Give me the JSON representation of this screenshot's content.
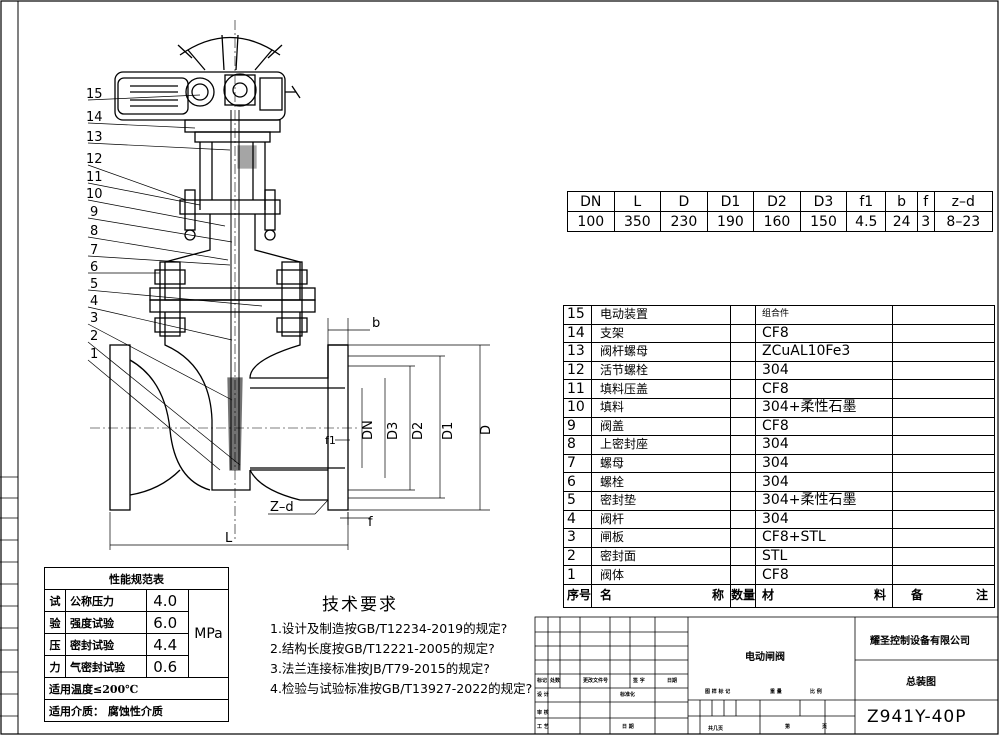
{
  "dimension_table": {
    "headers": [
      "DN",
      "L",
      "D",
      "D1",
      "D2",
      "D3",
      "f1",
      "b",
      "f",
      "z–d"
    ],
    "values": [
      "100",
      "350",
      "230",
      "190",
      "160",
      "150",
      "4.5",
      "24",
      "3",
      "8–23"
    ]
  },
  "parts": [
    {
      "no": "15",
      "name": "电动装置",
      "material": "组合件"
    },
    {
      "no": "14",
      "name": "支架",
      "material": "CF8"
    },
    {
      "no": "13",
      "name": "阀杆螺母",
      "material": "ZCuAL10Fe3"
    },
    {
      "no": "12",
      "name": "活节螺栓",
      "material": "304"
    },
    {
      "no": "11",
      "name": "填料压盖",
      "material": "CF8"
    },
    {
      "no": "10",
      "name": "填料",
      "material": "304+柔性石墨"
    },
    {
      "no": "9",
      "name": "阀盖",
      "material": "CF8"
    },
    {
      "no": "8",
      "name": "上密封座",
      "material": "304"
    },
    {
      "no": "7",
      "name": "螺母",
      "material": "304"
    },
    {
      "no": "6",
      "name": "螺栓",
      "material": "304"
    },
    {
      "no": "5",
      "name": "密封垫",
      "material": "304+柔性石墨"
    },
    {
      "no": "4",
      "name": "阀杆",
      "material": "304"
    },
    {
      "no": "3",
      "name": "闸板",
      "material": "CF8+STL"
    },
    {
      "no": "2",
      "name": "密封面",
      "material": "STL"
    },
    {
      "no": "1",
      "name": "阀体",
      "material": "CF8"
    }
  ],
  "parts_header": {
    "no": "序号",
    "name_a": "名",
    "name_b": "称",
    "qty": "数量",
    "mat_a": "材",
    "mat_b": "料",
    "rem_a": "备",
    "rem_b": "注"
  },
  "performance": {
    "title": "性能规范表",
    "side_chars": [
      "试",
      "验",
      "压",
      "力"
    ],
    "rows": [
      {
        "label": "公称压力",
        "value": "4.0"
      },
      {
        "label": "强度试验",
        "value": "6.0"
      },
      {
        "label": "密封试验",
        "value": "4.4"
      },
      {
        "label": "气密封试验",
        "value": "0.6"
      }
    ],
    "unit": "MPa",
    "temperature": "适用温度≤200℃",
    "medium": "适用介质： 腐蚀性介质"
  },
  "tech": {
    "title": "技术要求",
    "items": [
      "1.设计及制造按GB/T12234-2019的规定?",
      "2.结构长度按GB/T12221-2005的规定?",
      "3.法兰连接标准按JB/T79-2015的规定?",
      "4.检验与试验标准按GB/T13927-2022的规定?"
    ]
  },
  "title_block": {
    "product": "电动闸阀",
    "company": "耀圣控制设备有限公司",
    "drawing_name": "总装图",
    "drawing_no": "Z941Y-40P",
    "small": {
      "mark": "标记",
      "count": "处数",
      "doc": "更改文件号",
      "sign": "签 字",
      "date": "日期",
      "design": "设 计",
      "std": "标准化",
      "stage": "图 样 标 记",
      "weight": "重 量",
      "scale": "比 例",
      "check": "审 核",
      "process": "工 艺",
      "date2": "日 期",
      "total": "共几页",
      "sheet": "第",
      "page": "页"
    }
  },
  "drawing_labels": {
    "callouts": [
      "15",
      "14",
      "13",
      "12",
      "11",
      "10",
      "9",
      "8",
      "7",
      "6",
      "5",
      "4",
      "3",
      "2",
      "1"
    ],
    "dims": [
      "b",
      "DN",
      "D3",
      "D2",
      "D1",
      "D",
      "f1",
      "Z–d",
      "f",
      "L"
    ]
  }
}
